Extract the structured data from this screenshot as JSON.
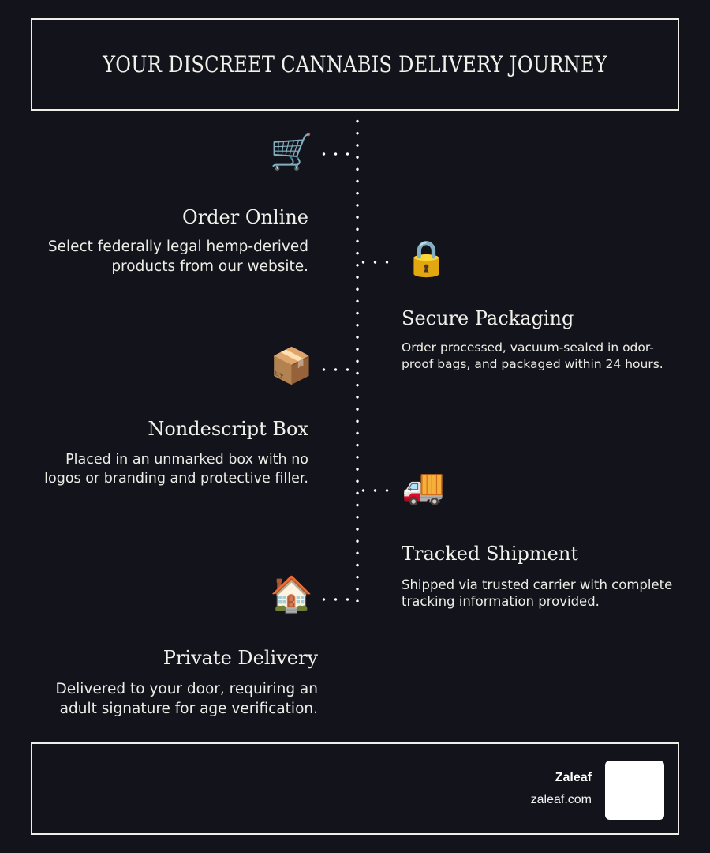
{
  "header": {
    "title": "YOUR DISCREET CANNABIS DELIVERY JOURNEY"
  },
  "steps": [
    {
      "icon": "🛒",
      "icon_name": "shopping-cart-icon",
      "side": "left",
      "title": "Order Online",
      "description": "Select federally legal hemp-derived\nproducts from our website."
    },
    {
      "icon": "🔒",
      "icon_name": "padlock-icon",
      "side": "right",
      "title": "Secure Packaging",
      "description": "Order processed, vacuum-sealed in odor-\nproof bags, and packaged within 24 hours."
    },
    {
      "icon": "📦",
      "icon_name": "package-box-icon",
      "side": "left",
      "title": "Nondescript Box",
      "description": "Placed in an unmarked box with no\nlogos or branding and protective filler."
    },
    {
      "icon": "🚚",
      "icon_name": "delivery-truck-icon",
      "side": "right",
      "title": "Tracked Shipment",
      "description": "Shipped via trusted carrier with complete\ntracking information provided."
    },
    {
      "icon": "🏠",
      "icon_name": "house-icon",
      "side": "left",
      "title": "Private Delivery",
      "description": "Delivered to your door, requiring an\nadult signature for age verification."
    }
  ],
  "footer": {
    "brand_name": "Zaleaf",
    "brand_url": "zaleaf.com"
  },
  "colors": {
    "background": "#12131b",
    "text": "#f2f0ea",
    "border": "#f0eee6",
    "dots": "#ffffff"
  }
}
